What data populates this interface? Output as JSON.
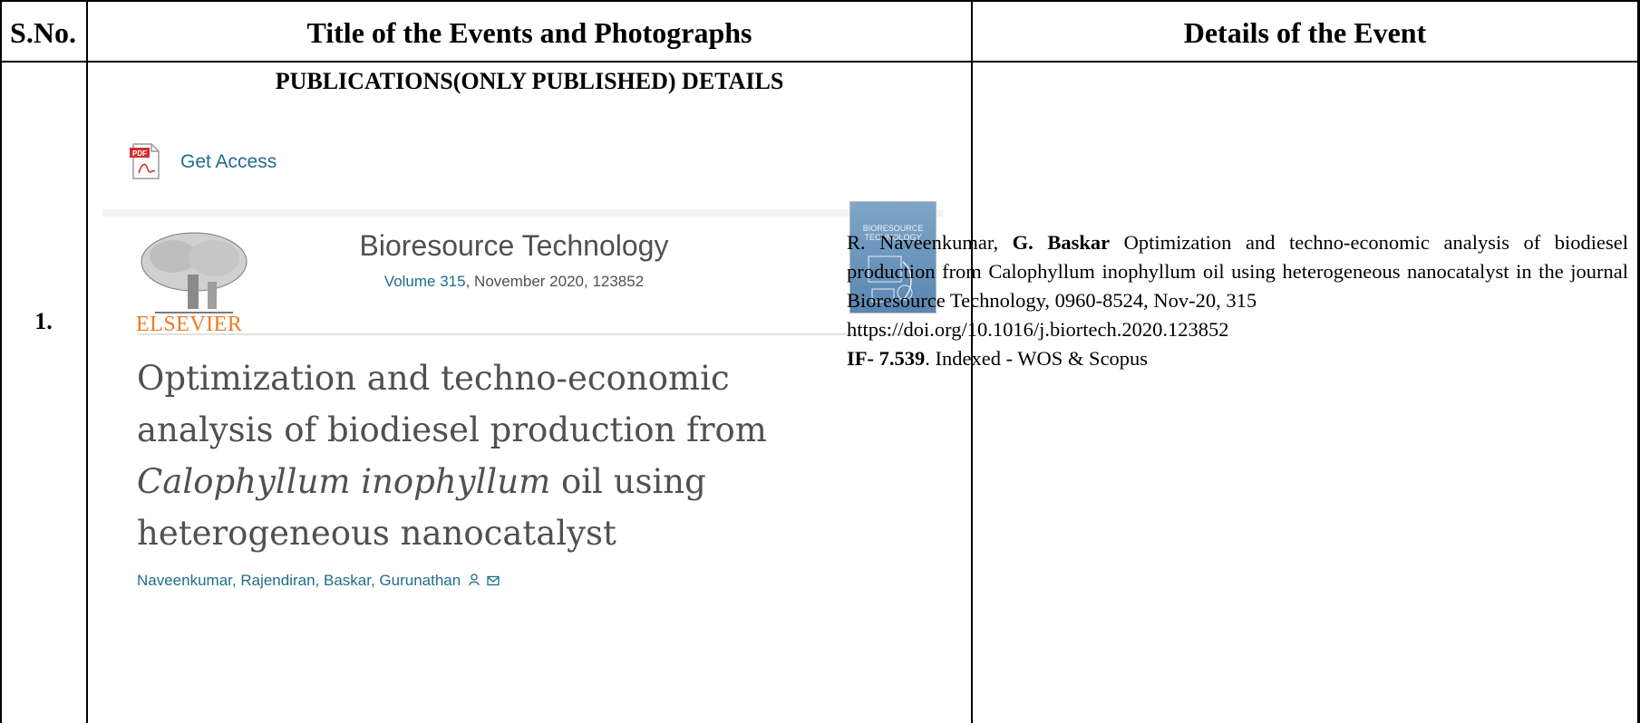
{
  "table": {
    "headers": {
      "sno": "S.No.",
      "title": "Title of the Events and Photographs",
      "details": "Details of the Event"
    },
    "row": {
      "sno": "1.",
      "section_heading": "PUBLICATIONS(ONLY PUBLISHED) DETAILS"
    }
  },
  "screenshot": {
    "get_access": "Get Access",
    "publisher": "ELSEVIER",
    "journal_title": "Bioresource Technology",
    "volume_link": "Volume 315",
    "volume_rest": ", November 2020, 123852",
    "cover_text": "BIORESOURCE TECHNOLOGY",
    "article_title_l1": "Optimization and techno-economic",
    "article_title_l2": "analysis of biodiesel production from",
    "article_title_italic": "Calophyllum inophyllum",
    "article_title_l3_rest": " oil using",
    "article_title_l4": "heterogeneous nanocatalyst",
    "authors": "Naveenkumar, Rajendiran, Baskar, Gurunathan",
    "author_icons": "person-icon, mail-icon"
  },
  "details": {
    "author1": "R. Naveenkumar, ",
    "author2": "G. Baskar",
    "citation": "Optimization and techno-economic analysis of biodiesel production from Calophyllum inophyllum oil using heterogeneous nanocatalyst  in the journal Bioresource Technology, 0960-8524, Nov-20, 315",
    "doi": "https://doi.org/10.1016/j.biortech.2020.123852",
    "if_label": "IF- 7.539",
    "indexed": ". Indexed - WOS & Scopus"
  },
  "colors": {
    "link": "#1f6d8c",
    "elsevier_orange": "#ef7b22",
    "title_gray": "#505050"
  }
}
